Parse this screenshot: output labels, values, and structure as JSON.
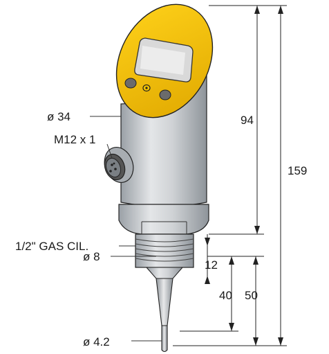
{
  "labels": {
    "housing_diameter": "ø 34",
    "connector": "M12 x 1",
    "thread": "1/2\" GAS CIL.",
    "probe_diameter": "ø 8",
    "tip_diameter": "ø 4.2"
  },
  "dimensions": {
    "upper_height": "94",
    "total_height": "159",
    "thread_length": "12",
    "probe_length_40": "40",
    "probe_length_50": "50"
  },
  "colors": {
    "housing": "#c9ccd0",
    "head": "#f5c400",
    "display": "#e6e6e6",
    "button": "#6b6b6b",
    "line": "#222222"
  }
}
